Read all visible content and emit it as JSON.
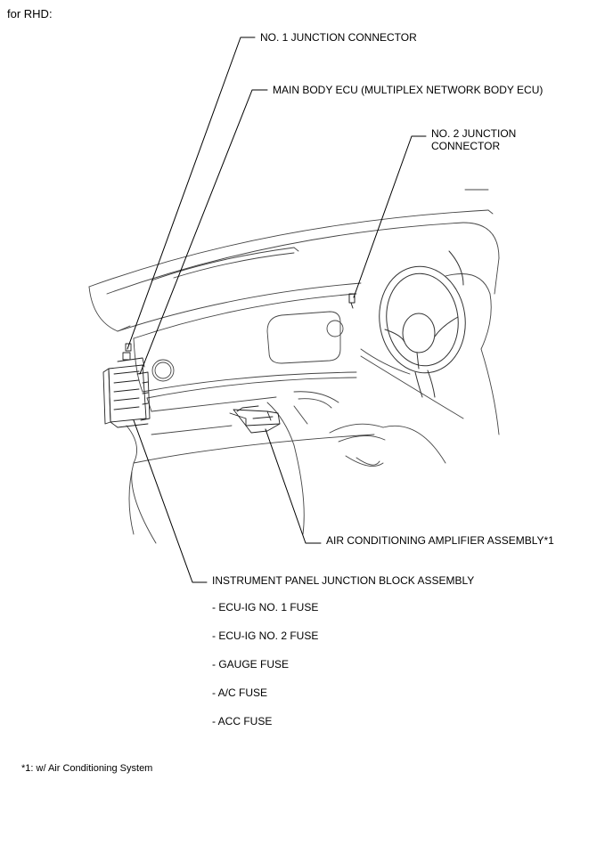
{
  "header": "for RHD:",
  "callouts": {
    "no1_junction_connector": "NO. 1 JUNCTION CONNECTOR",
    "main_body_ecu": "MAIN BODY ECU (MULTIPLEX NETWORK BODY ECU)",
    "no2_junction_connector_line1": "NO. 2 JUNCTION",
    "no2_junction_connector_line2": "CONNECTOR",
    "air_conditioning_amplifier": "AIR CONDITIONING AMPLIFIER ASSEMBLY*1",
    "instrument_panel_junction_block": "INSTRUMENT PANEL JUNCTION BLOCK ASSEMBLY"
  },
  "fuses": [
    "- ECU-IG NO. 1 FUSE",
    "- ECU-IG NO. 2 FUSE",
    "- GAUGE FUSE",
    "- A/C FUSE",
    "- ACC FUSE"
  ],
  "footnote": "*1: w/ Air Conditioning System"
}
